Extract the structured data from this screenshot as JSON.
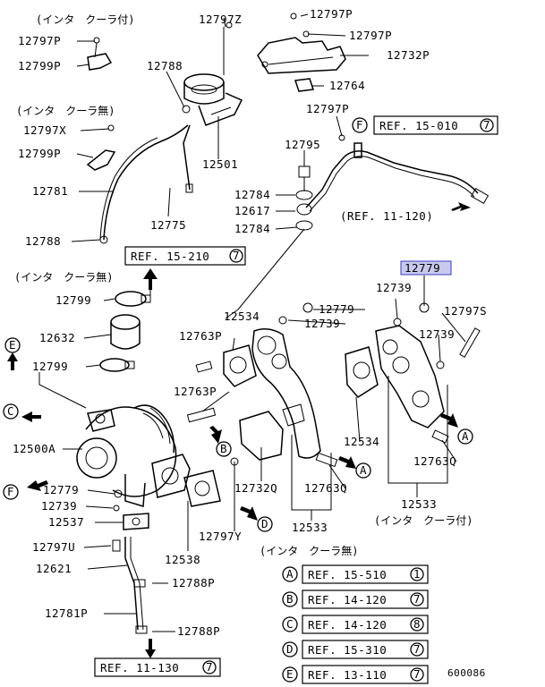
{
  "diagram_id": "600086",
  "notes": {
    "with_intercooler": "(インタ　クーラ付)",
    "without_intercooler": "(インタ　クーラ無)",
    "without_intercooler_short": "(インタ　クーラ無)"
  },
  "parts": {
    "p12797Z": "12797Z",
    "p12797P_a": "12797P",
    "p12797P_b": "12797P",
    "p12797P_c": "12797P",
    "p12799P_a": "12799P",
    "p12788_a": "12788",
    "p12732P": "12732P",
    "p12764": "12764",
    "p12797X": "12797X",
    "p12799P_b": "12799P",
    "p12501": "12501",
    "p12795": "12795",
    "p12781": "12781",
    "p12784_a": "12784",
    "p12617": "12617",
    "p12784_b": "12784",
    "p12775": "12775",
    "p12788_b": "12788",
    "p12779_hl": "12779",
    "p12739_a": "12739",
    "p12799_a": "12799",
    "p12534_a": "12534",
    "p12779_b": "12779",
    "p12739_b": "12739",
    "p12797S": "12797S",
    "p12632": "12632",
    "p12763P_a": "12763P",
    "p12739_c": "12739",
    "p12799_b": "12799",
    "p12763P_b": "12763P",
    "p12500A": "12500A",
    "p12534_b": "12534",
    "p12763Q_a": "12763Q",
    "p12732Q": "12732Q",
    "p12763Q_b": "12763Q",
    "p12779_c": "12779",
    "p12739_d": "12739",
    "p12533_a": "12533",
    "p12537": "12537",
    "p12797Y": "12797Y",
    "p12533_b": "12533",
    "p12797U": "12797U",
    "p12538": "12538",
    "p12621": "12621",
    "p12788P_a": "12788P",
    "p12781P": "12781P",
    "p12788P_b": "12788P"
  },
  "top_refs": {
    "ref_15_010": {
      "text": "REF. 15-010",
      "num": "7",
      "marker": "F"
    },
    "ref_11_120": {
      "text": "(REF. 11-120)"
    },
    "ref_15_210": {
      "text": "REF. 15-210",
      "num": "7"
    },
    "ref_11_130": {
      "text": "REF. 11-130",
      "num": "7"
    }
  },
  "legend": [
    {
      "letter": "A",
      "ref": "REF. 15-510",
      "num": "1"
    },
    {
      "letter": "B",
      "ref": "REF. 14-120",
      "num": "7"
    },
    {
      "letter": "C",
      "ref": "REF. 14-120",
      "num": "8"
    },
    {
      "letter": "D",
      "ref": "REF. 15-310",
      "num": "7"
    },
    {
      "letter": "E",
      "ref": "REF. 13-110",
      "num": "7"
    }
  ],
  "markers": {
    "A": "A",
    "B": "B",
    "C": "C",
    "D": "D",
    "E": "E",
    "F": "F"
  }
}
